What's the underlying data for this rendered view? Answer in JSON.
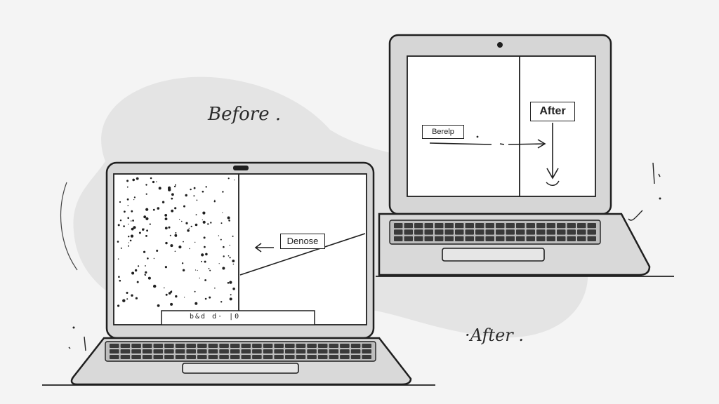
{
  "captions": {
    "before": "Before .",
    "after": "·After ."
  },
  "labels": {
    "denoise": "Denose",
    "after_box": "After",
    "before_box": "Berelp"
  },
  "toolbar": {
    "glyphs": "b&d  d·  |0"
  },
  "colors": {
    "blob": "#e6e6e6",
    "laptop_body": "#d9d9d9",
    "outline": "#1f1f1f",
    "screen": "#ffffff"
  }
}
